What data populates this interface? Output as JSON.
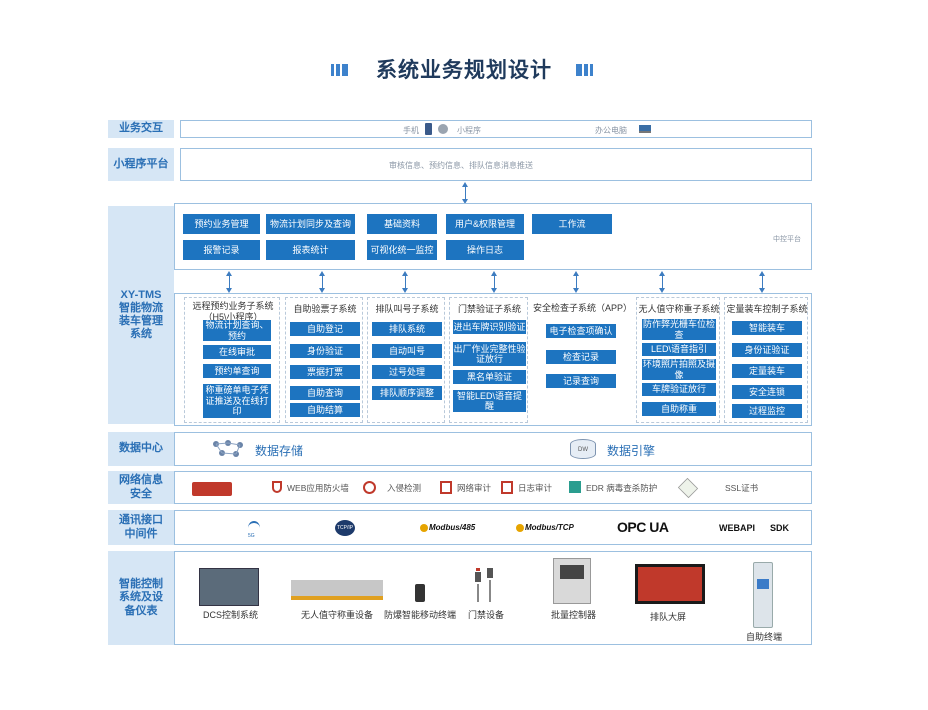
{
  "title": "系统业务规划设计",
  "colors": {
    "accent": "#1d74c0",
    "label_bg": "#d6e6f5",
    "label_text": "#2a6fb5",
    "border": "#9cc0e0"
  },
  "rows": {
    "interaction": {
      "label": "业务交互",
      "items": [
        {
          "text": "手机",
          "icon": "phone-icon"
        },
        {
          "text": "小程序",
          "icon": "miniapp-icon"
        },
        {
          "text": "办公电脑",
          "icon": "laptop-icon"
        }
      ]
    },
    "miniprogram": {
      "label": "小程序平台",
      "text": "审核信息、预约信息、排队信息消息推送"
    },
    "core": {
      "label": "XY-TMS 智能物流 装车管理 系统",
      "platform_label": "中控平台",
      "top_buttons": [
        "预约业务管理",
        "物流计划同步及查询",
        "基础资料",
        "用户&权限管理",
        "工作流",
        "报警记录",
        "报表统计",
        "可视化统一监控",
        "操作日志"
      ],
      "subsystems": [
        {
          "title": "远程预约业务子系统（H5\\小程序）",
          "items": [
            "物流计划查询、预约",
            "在线审批",
            "预约单查询",
            "称重磅单电子凭证推送及在线打印"
          ]
        },
        {
          "title": "自助验票子系统",
          "items": [
            "自助登记",
            "身份验证",
            "票据打票",
            "自助查询",
            "自助结算"
          ]
        },
        {
          "title": "排队叫号子系统",
          "items": [
            "排队系统",
            "自动叫号",
            "过号处理",
            "排队顺序调整"
          ]
        },
        {
          "title": "门禁验证子系统",
          "items": [
            "进出车牌识别验证",
            "出厂作业完整性验证放行",
            "黑名单验证",
            "智能LED\\语音提醒"
          ]
        },
        {
          "title": "安全检查子系统（APP）",
          "items": [
            "电子检查项确认",
            "检查记录",
            "记录查询"
          ]
        },
        {
          "title": "无人值守称重子系统",
          "items": [
            "防作弊光栅车位检查",
            "LED\\语音指引",
            "环境照片拍照及摄像",
            "车牌验证放行",
            "自助称重"
          ]
        },
        {
          "title": "定量装车控制子系统",
          "items": [
            "智能装车",
            "身份证验证",
            "定量装车",
            "安全连锁",
            "过程监控"
          ]
        }
      ]
    },
    "data": {
      "label": "数据中心",
      "storage": "数据存储",
      "engine": "数据引擎",
      "db_tag": "DW"
    },
    "security": {
      "label": "网络信息安全",
      "items": [
        "WEB应用防火墙",
        "入侵检测",
        "网络审计",
        "日志审计",
        "EDR 病毒查杀防护",
        "SSL证书"
      ]
    },
    "comm": {
      "label": "通讯接口中间件",
      "items": [
        "5G",
        "TCP/IP",
        "Modbus/485",
        "Modbus/TCP",
        "OPC UA",
        "WEBAPI",
        "SDK"
      ]
    },
    "devices": {
      "label": "智能控制系统及设备仪表",
      "items": [
        "DCS控制系统",
        "无人值守称重设备",
        "防爆智能移动终端",
        "门禁设备",
        "批量控制器",
        "排队大屏",
        "自助终端"
      ]
    }
  }
}
